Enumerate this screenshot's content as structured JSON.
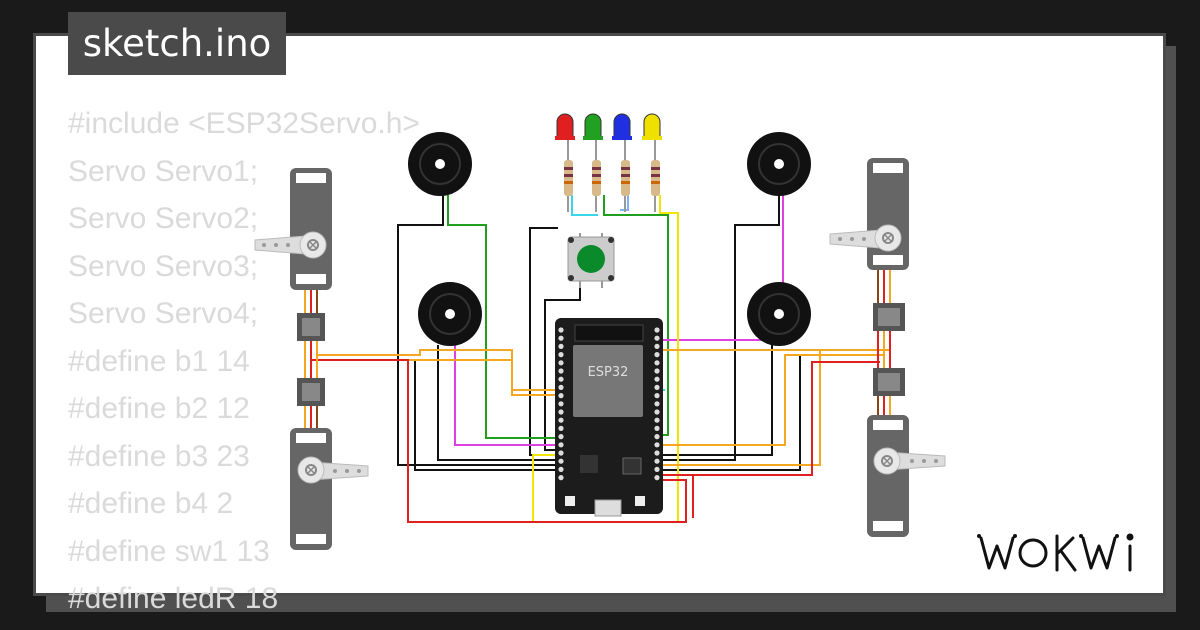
{
  "file_tab": {
    "title": "sketch.ino"
  },
  "code_lines": [
    "#include <ESP32Servo.h>",
    "Servo Servo1;",
    "Servo Servo2;",
    "Servo Servo3;",
    "Servo Servo4;",
    "#define b1 14",
    "#define b2 12",
    "#define b3 23",
    "#define b4 2",
    "#define sw1 13",
    "#define ledR 18"
  ],
  "board": {
    "label": "ESP32"
  },
  "brand": {
    "logo_text": "WOKWI"
  },
  "colors": {
    "background": "#1a1a1a",
    "card": "#ffffff",
    "frame": "#4a4a4a",
    "code_text": "#dadada",
    "wire_orange": "#f5a623",
    "wire_red": "#e02020",
    "wire_yellow": "#f2e600",
    "wire_green": "#1f9e1f",
    "wire_magenta": "#e040e0",
    "wire_black": "#111111",
    "wire_cyan": "#38d6e6"
  },
  "leds": [
    {
      "color": "red",
      "hex": "#e02020"
    },
    {
      "color": "green",
      "hex": "#22a022"
    },
    {
      "color": "blue",
      "hex": "#2030e0"
    },
    {
      "color": "yellow",
      "hex": "#f0e000"
    }
  ]
}
